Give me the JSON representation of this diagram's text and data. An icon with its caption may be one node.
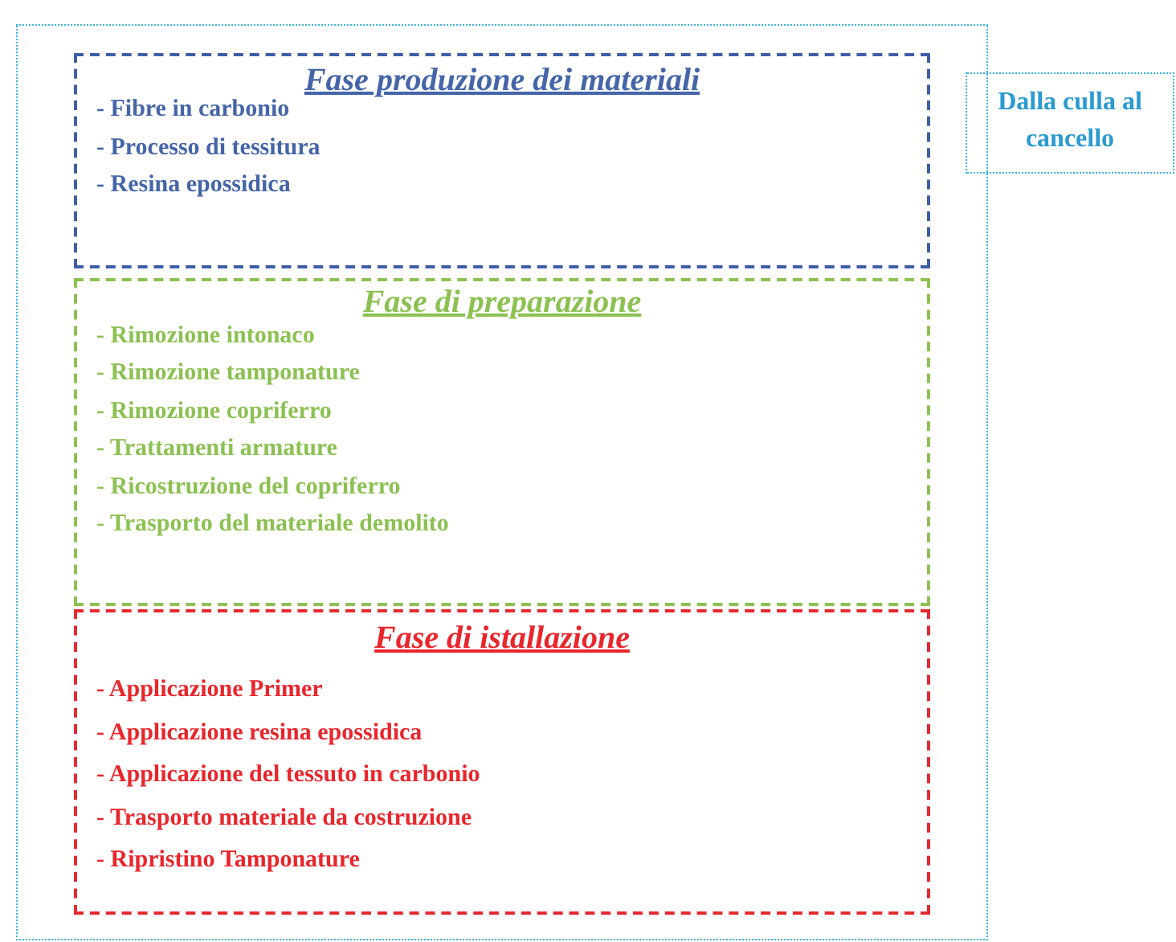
{
  "diagram": {
    "nodes": [
      {
        "text": [],
        "shape": "box"
      },
      {
        "text": [
          "Dalla culla al cancello"
        ]
      },
      {
        "text": [
          "Fase produzione dei materiali",
          "- Fibre in carbonio",
          "- Processo di tessitura",
          "- Resina epossidica"
        ],
        "in": 0
      },
      {
        "text": [
          "Fase di preparazione",
          "- Rimozione intonaco",
          "- Rimozione tamponature",
          "- Rimozione copriferro",
          "- Trattamenti armature",
          "- Ricostruzione del copriferro",
          "- Trasporto del materiale demolito"
        ],
        "in": 0
      },
      {
        "text": [
          "Fase di istallazione",
          "- Applicazione Primer",
          "- Applicazione resina epossidica",
          "- Applicazione del tessuto in carbonio",
          "- Trasporto materiale da costruzione",
          "- Ripristino Tamponature"
        ],
        "in": 0
      }
    ]
  }
}
